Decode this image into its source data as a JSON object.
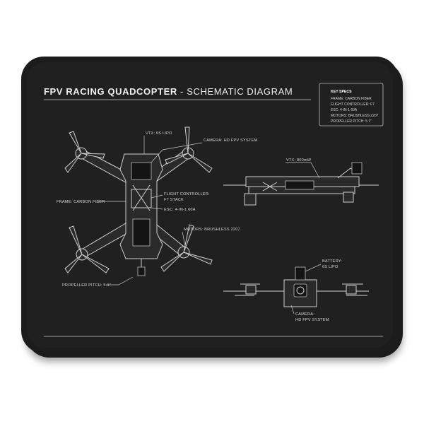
{
  "title": {
    "main": "FPV RACING QUADCOPTER",
    "sep": " - ",
    "sub": "SCHEMATIC DIAGRAM"
  },
  "key_specs": {
    "heading": "KEY SPECS",
    "items": [
      "FRAME: CARBON FIBER",
      "FLIGHT CONTROLLER: F7",
      "ESC: 4-IN-1 60A",
      "MOTORS: BRUSHLESS 2207",
      "PROPELLER PITCH: 5.1\""
    ]
  },
  "labels": {
    "vtx_top": "VTX: 6S LIPO",
    "camera_top": "CAMERA: HD FPV SYSTEM",
    "frame": "FRAME: CARBON FIBER",
    "fc_line1": "FLIGHT CONTROLLER:",
    "fc_line2": "F7 STACK",
    "esc": "ESC: 4-IN-1 60A",
    "motors": "MOTORS: BRUSHLESS 2207",
    "prop_pitch": "PROPELLER PITCH: 5.1\"",
    "vtx_side": "VTX: 800mW",
    "battery_line1": "BATTERY:",
    "battery_line2": "6S LIPO",
    "camera_front_line1": "CAMERA:",
    "camera_front_line2": "HD FPV SYSTEM"
  },
  "colors": {
    "mat": "#1c1c1d",
    "line_art": "#cfcfcf",
    "text": "#d6d6d6"
  }
}
